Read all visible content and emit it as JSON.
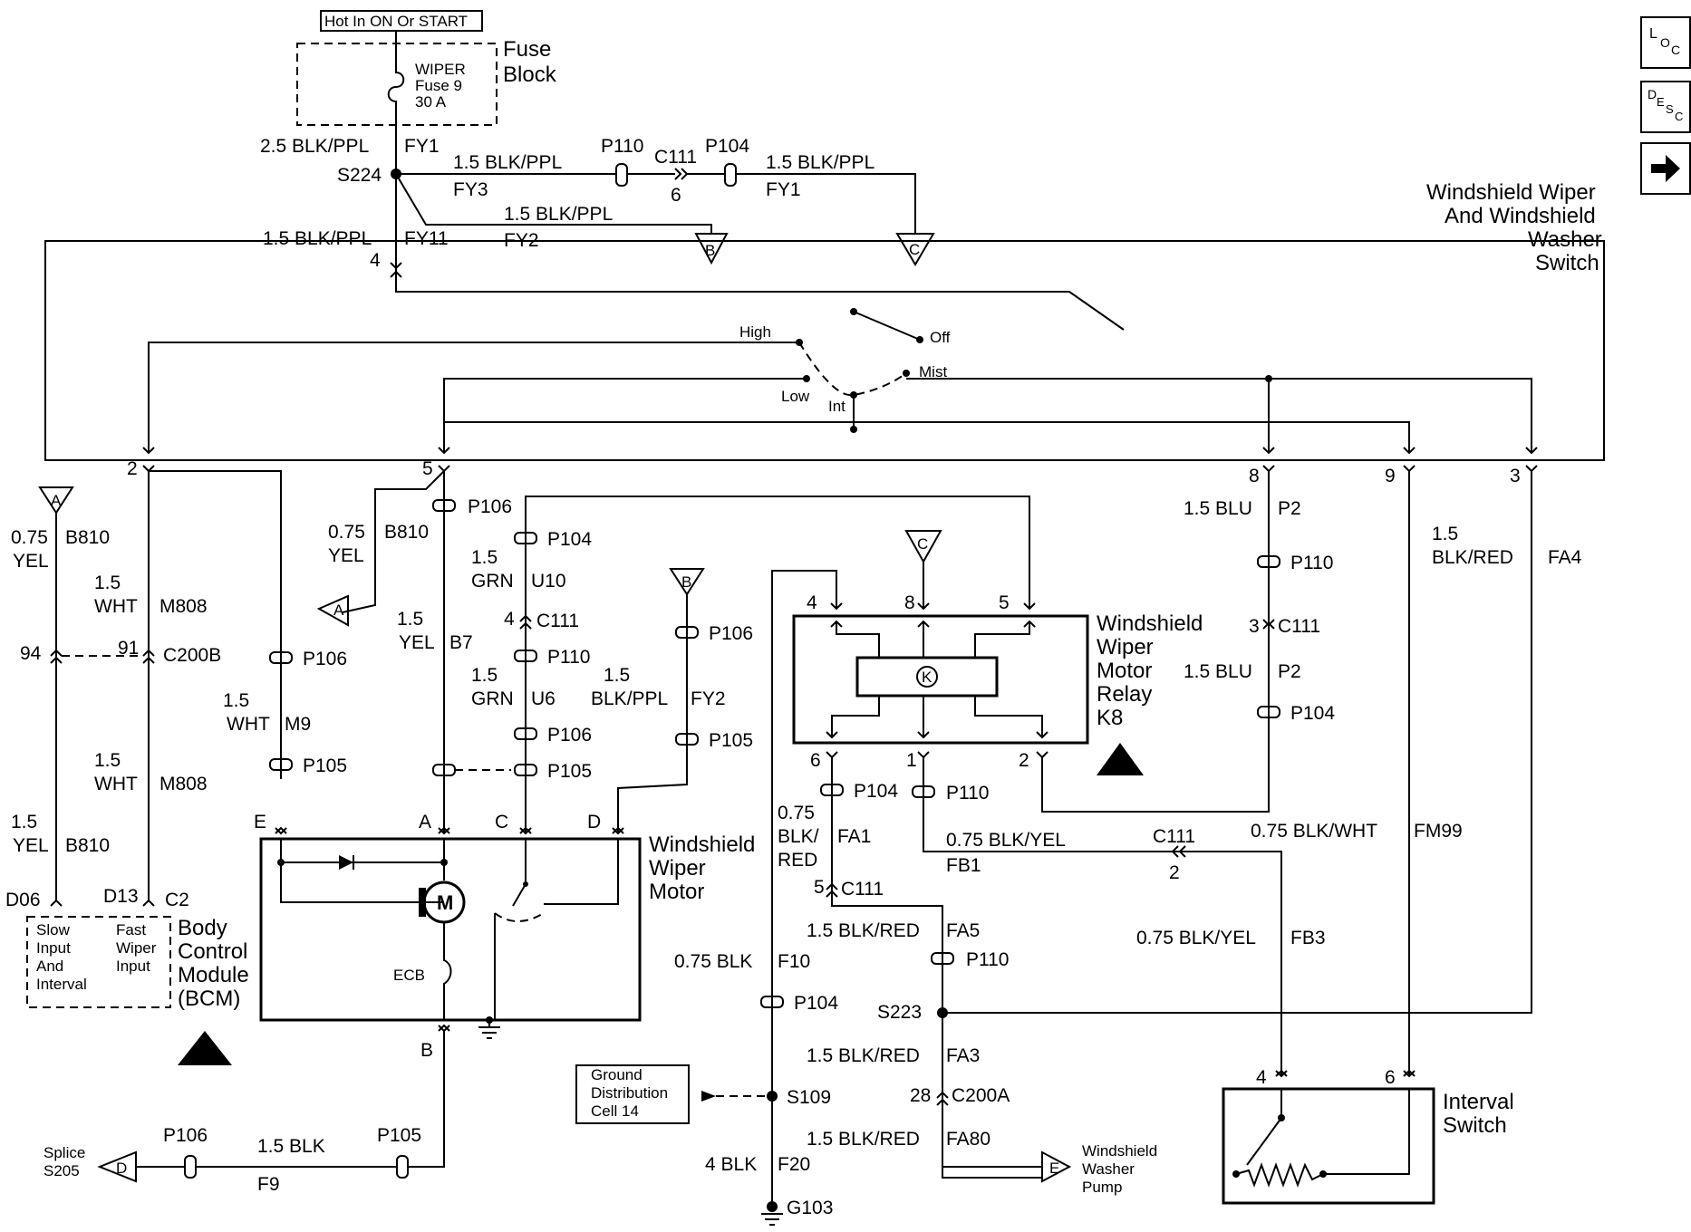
{
  "nav": {
    "loc": {
      "big": "L",
      "small1": "O",
      "small2": "C"
    },
    "desc": {
      "big": "D",
      "small1": "E",
      "small2": "S",
      "small3": "C"
    },
    "arrow": "➜"
  },
  "power": {
    "hot_label": "Hot In ON Or START",
    "fuse_block": [
      "Fuse",
      "Block"
    ],
    "fuse": [
      "WIPER",
      "Fuse 9",
      "30 A"
    ]
  },
  "top_wiring": {
    "w1": "2.5 BLK/PPL",
    "c1": "FY1",
    "splice": "S224",
    "w2": "1.5 BLK/PPL",
    "c2": "FY3",
    "p110": "P110",
    "c111": "C111",
    "c111_pin": "6",
    "p104": "P104",
    "w3": "1.5 BLK/PPL",
    "c3": "FY1",
    "w4": "1.5 BLK/PPL",
    "c4": "FY2",
    "w5": "1.5 BLK/PPL",
    "c5": "FY11",
    "pin4": "4",
    "refB": "B",
    "refC": "C"
  },
  "switch": {
    "title": [
      "Windshield Wiper",
      "And Windshield",
      "Washer",
      "Switch"
    ],
    "positions": {
      "high": "High",
      "off": "Off",
      "mist": "Mist",
      "low": "Low",
      "int": "Int"
    },
    "pins": {
      "p2": "2",
      "p5": "5",
      "p8": "8",
      "p9": "9",
      "p3": "3"
    }
  },
  "bcm_wires": {
    "refA": "A",
    "w1": [
      "0.75",
      "YEL"
    ],
    "c1": "B810",
    "w2": [
      "1.5",
      "WHT"
    ],
    "c2": "M808",
    "c200b": "C200B",
    "pin94": "94",
    "pin91": "91",
    "w3": [
      "1.5",
      "WHT"
    ],
    "c3": "M808",
    "w4": [
      "1.5",
      "YEL"
    ],
    "c4": "B810",
    "d06": "D06",
    "d13": "D13",
    "c2con": "C2",
    "slow": [
      "Slow",
      "Input",
      "And",
      "Interval"
    ],
    "fast": [
      "Fast",
      "Wiper",
      "Input"
    ],
    "title": [
      "Body",
      "Control",
      "Module",
      "(BCM)"
    ]
  },
  "motor_wires": {
    "wm9": [
      "1.5",
      "WHT"
    ],
    "cm9": "M9",
    "p106": "P106",
    "p105": "P105",
    "p104": "P104",
    "p110": "P110",
    "wb810": [
      "0.75",
      "YEL"
    ],
    "cb810": "B810",
    "refA": "A",
    "wb7": [
      "1.5",
      "YEL"
    ],
    "cb7": "B7",
    "wu10": [
      "1.5",
      "GRN"
    ],
    "cu10": "U10",
    "c111": "C111",
    "pin4": "4",
    "wu6": [
      "1.5",
      "GRN"
    ],
    "cu6": "U6",
    "wfy2": [
      "1.5",
      "BLK/PPL"
    ],
    "cfy2": "FY2",
    "refB": "B",
    "pins": {
      "e": "E",
      "a": "A",
      "c": "C",
      "d": "D",
      "b": "B"
    },
    "title": [
      "Windshield",
      "Wiper",
      "Motor"
    ],
    "ecb": "ECB",
    "m": "M"
  },
  "ground": {
    "p106": "P106",
    "p105": "P105",
    "w": "1.5 BLK",
    "c": "F9",
    "splice": [
      "Splice",
      "S205"
    ],
    "refD": "D"
  },
  "relay": {
    "title": [
      "Windshield",
      "Wiper",
      "Motor",
      "Relay",
      "K8"
    ],
    "pins": {
      "p4": "4",
      "p8": "8",
      "p5": "5",
      "p6": "6",
      "p1": "1",
      "p2": "2"
    },
    "refC": "C",
    "coil": "K"
  },
  "right_wiring": {
    "w_p2a": "1.5 BLU",
    "c_p2a": "P2",
    "p110": "P110",
    "c111": "C111",
    "pin3": "3",
    "w_p2b": "1.5 BLU",
    "c_p2b": "P2",
    "p104": "P104",
    "w_fa4": [
      "1.5",
      "BLK/RED"
    ],
    "c_fa4": "FA4",
    "w_fm99": "0.75 BLK/WHT",
    "c_fm99": "FM99",
    "w_fb3": "0.75 BLK/YEL",
    "c_fb3": "FB3"
  },
  "center_wiring": {
    "p104": "P104",
    "p110": "P110",
    "w_fa1": [
      "0.75",
      "BLK/",
      "RED"
    ],
    "c_fa1": "FA1",
    "c111a": "C111",
    "pin5": "5",
    "w_fb1": "0.75 BLK/YEL",
    "c_fb1": "FB1",
    "c111b": "C111",
    "pin2": "2",
    "w_fa5": "1.5 BLK/RED",
    "c_fa5": "FA5",
    "w_f10": "0.75 BLK",
    "c_f10": "F10",
    "s223": "S223",
    "w_fa3": "1.5 BLK/RED",
    "c_fa3": "FA3",
    "c200a": "C200A",
    "pin28": "28",
    "w_fa80": "1.5 BLK/RED",
    "c_fa80": "FA80",
    "pump": [
      "Windshield",
      "Washer",
      "Pump"
    ],
    "refE": "E",
    "gnd_dist": [
      "Ground",
      "Distribution",
      "Cell 14"
    ],
    "s109": "S109",
    "w_f20": "4 BLK",
    "c_f20": "F20",
    "g103": "G103"
  },
  "interval": {
    "title": [
      "Interval",
      "Switch"
    ],
    "pin4": "4",
    "pin6": "6"
  }
}
